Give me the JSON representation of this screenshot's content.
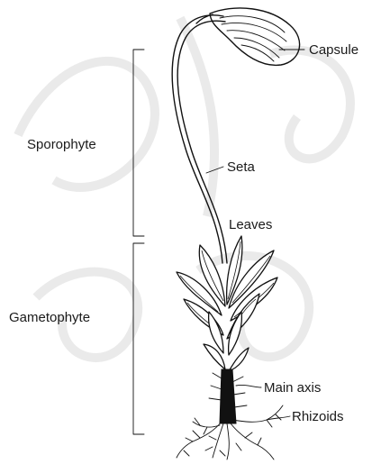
{
  "diagram": {
    "labels": {
      "capsule": "Capsule",
      "seta": "Seta",
      "sporophyte": "Sporophyte",
      "leaves": "Leaves",
      "gametophyte": "Gametophyte",
      "main_axis": "Main axis",
      "rhizoids": "Rhizoids"
    }
  },
  "colors": {
    "ink": "#111111",
    "background": "#ffffff",
    "watermark": "#d9d9d9"
  }
}
